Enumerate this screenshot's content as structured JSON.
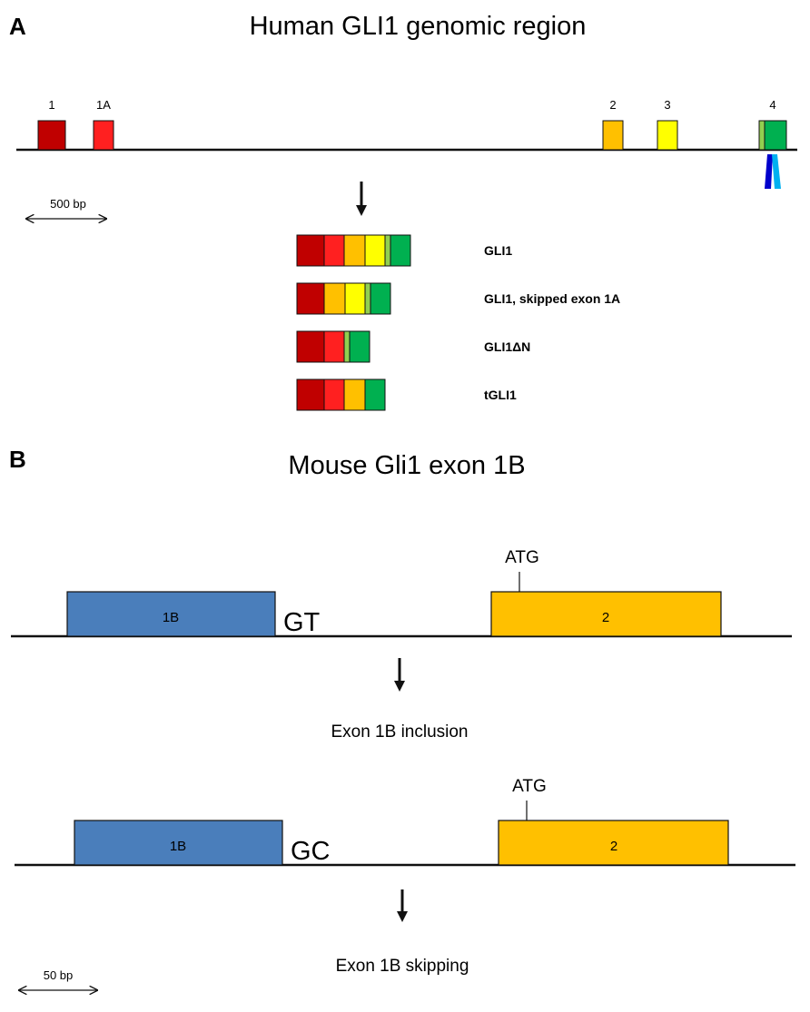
{
  "panelA": {
    "letter": "A",
    "title": "Human GLI1 genomic region",
    "exons": [
      {
        "label": "1",
        "color": "#c00000"
      },
      {
        "label": "1A",
        "color": "#ff2020"
      },
      {
        "label": "2",
        "color": "#ffc000"
      },
      {
        "label": "3",
        "color": "#ffff00"
      },
      {
        "label": "4",
        "color": "#00b050",
        "inner_color": "#92d050"
      }
    ],
    "arrowheads": [
      "#0000cc",
      "#00b0f0"
    ],
    "scale_label": "500 bp",
    "isoforms": [
      {
        "label": "GLI1",
        "segments": [
          "#c00000",
          "#ff2020",
          "#ffc000",
          "#ffff00",
          "#92d050",
          "#00b050"
        ]
      },
      {
        "label": "GLI1, skipped exon 1A",
        "segments": [
          "#c00000",
          "#ffc000",
          "#ffff00",
          "#92d050",
          "#00b050"
        ]
      },
      {
        "label": "GLI1ΔN",
        "segments": [
          "#c00000",
          "#ff2020",
          "#92d050",
          "#00b050"
        ]
      },
      {
        "label": "tGLI1",
        "segments": [
          "#c00000",
          "#ff2020",
          "#ffc000",
          "#00b050"
        ]
      }
    ]
  },
  "panelB": {
    "letter": "B",
    "title": "Mouse Gli1 exon 1B",
    "rows": [
      {
        "exon1": "1B",
        "splice_site": "GT",
        "exon2": "2",
        "start_codon": "ATG",
        "outcome": "Exon 1B inclusion"
      },
      {
        "exon1": "1B",
        "splice_site": "GC",
        "exon2": "2",
        "start_codon": "ATG",
        "outcome": "Exon 1B skipping"
      }
    ],
    "exon1_color": "#4a7ebb",
    "exon2_color": "#ffc000",
    "scale_label": "50 bp"
  }
}
